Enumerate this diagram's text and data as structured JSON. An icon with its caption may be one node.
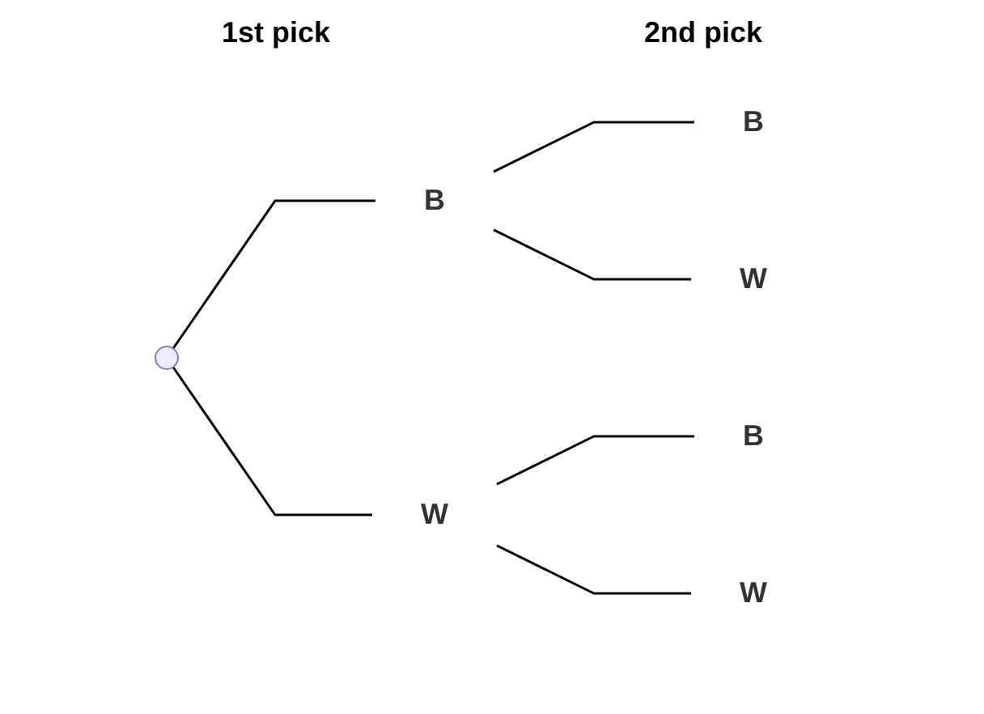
{
  "diagram": {
    "nodes": [
      {
        "text": [],
        "shape": "point"
      },
      {
        "text": [
          "B"
        ]
      },
      {
        "text": [
          "W"
        ]
      },
      {
        "text": [
          "B"
        ]
      },
      {
        "text": [
          "W"
        ]
      },
      {
        "text": [
          "B"
        ]
      },
      {
        "text": [
          "W"
        ]
      }
    ],
    "edges": [
      {
        "from": 0,
        "to": 1,
        "arrow": "none"
      },
      {
        "from": 0,
        "to": 2,
        "arrow": "none"
      },
      {
        "from": 1,
        "to": 3,
        "arrow": "none"
      },
      {
        "from": 1,
        "to": 4,
        "arrow": "none"
      },
      {
        "from": 2,
        "to": 5,
        "arrow": "none"
      },
      {
        "from": 2,
        "to": 6,
        "arrow": "none"
      }
    ],
    "labels": [
      "1st pick",
      "2nd pick"
    ]
  }
}
